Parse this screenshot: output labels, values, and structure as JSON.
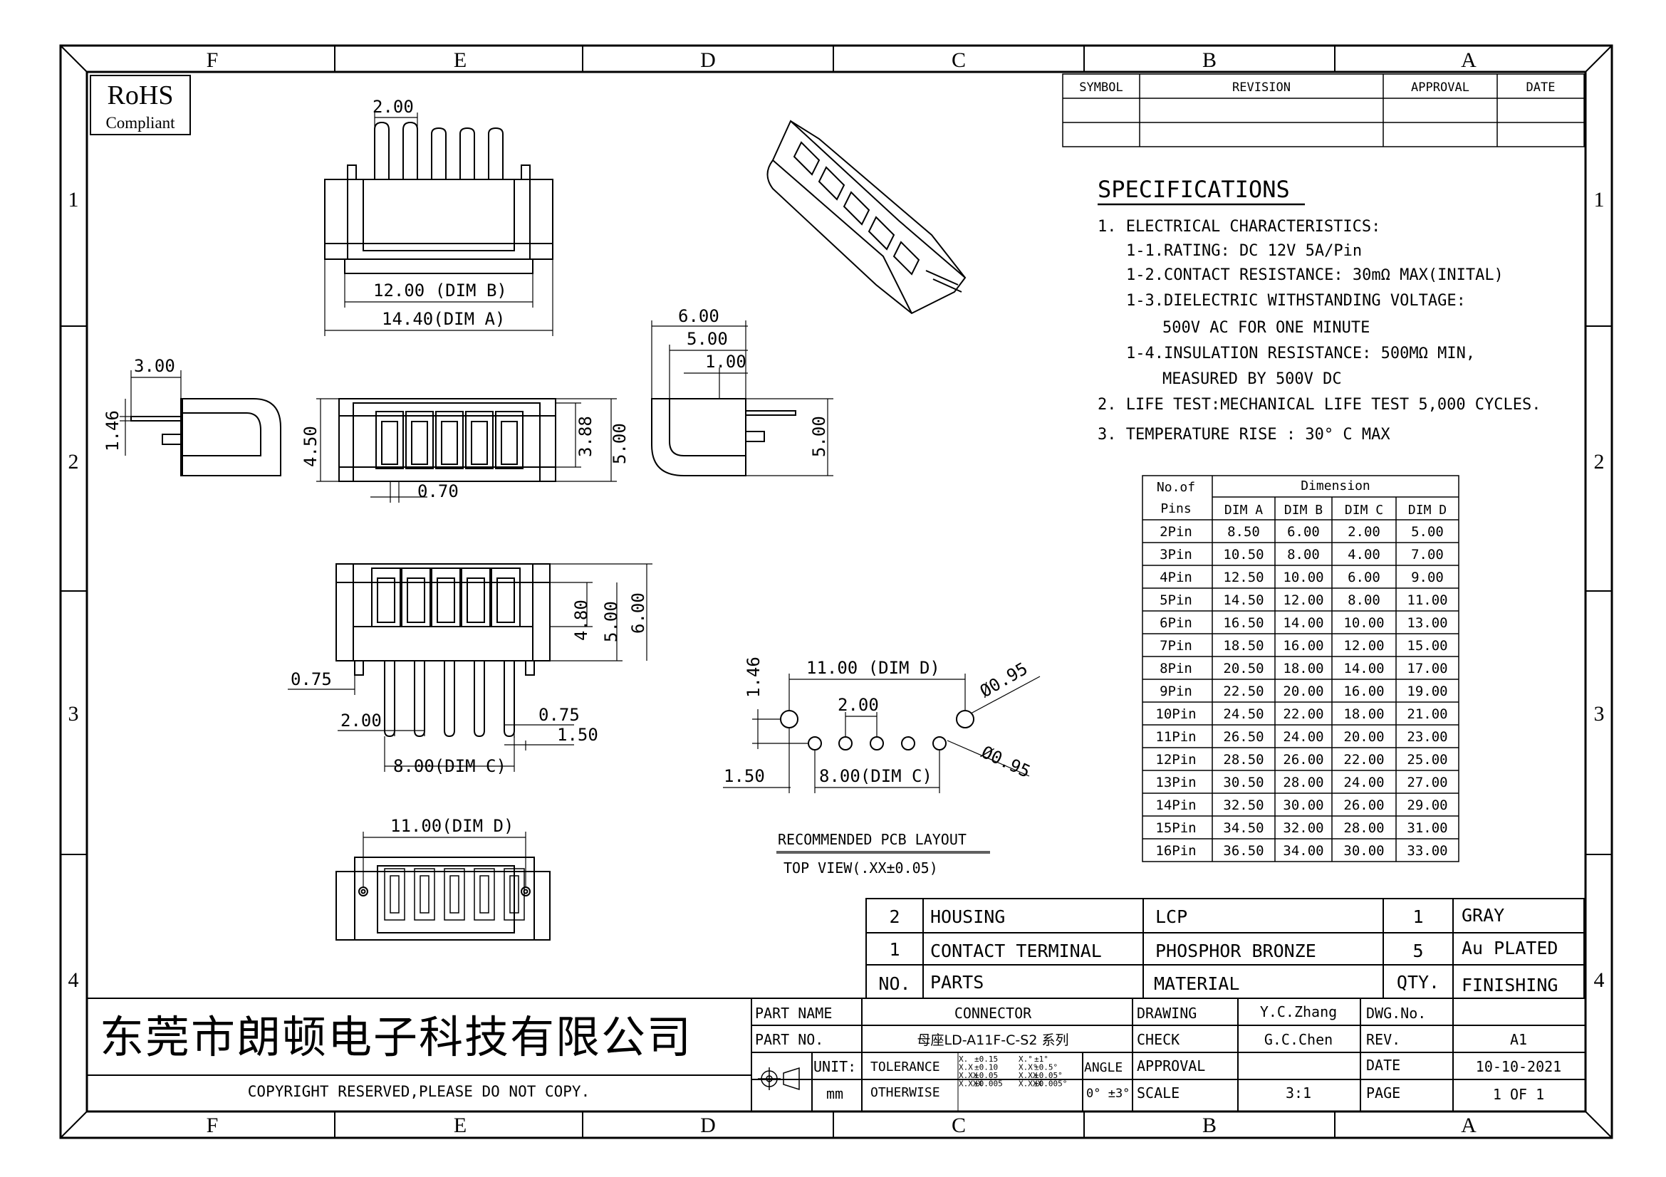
{
  "border": {
    "columns_top": [
      "F",
      "E",
      "D",
      "C",
      "B",
      "A"
    ],
    "columns_bottom": [
      "F",
      "E",
      "D",
      "C",
      "B",
      "A"
    ],
    "rows_left": [
      "1",
      "2",
      "3",
      "4"
    ],
    "rows_right": [
      "1",
      "2",
      "3",
      "4"
    ]
  },
  "rohs": {
    "line1": "RoHS",
    "line2": "Compliant"
  },
  "revision_table": {
    "headers": [
      "SYMBOL",
      "REVISION",
      "APPROVAL",
      "DATE"
    ]
  },
  "specifications": {
    "title": "SPECIFICATIONS",
    "lines": [
      "1. ELECTRICAL CHARACTERISTICS:",
      "1-1.RATING: DC 12V 5A/Pin",
      "1-2.CONTACT RESISTANCE: 30mΩ  MAX(INITAL)",
      "1-3.DIELECTRIC WITHSTANDING VOLTAGE:",
      "500V AC FOR ONE MINUTE",
      "1-4.INSULATION RESISTANCE: 500MΩ  MIN,",
      "MEASURED BY 500V DC",
      "2. LIFE TEST:MECHANICAL LIFE TEST 5,000 CYCLES.",
      "3. TEMPERATURE RISE : 30° C MAX"
    ]
  },
  "dim_table": {
    "corner": [
      "No.of",
      "Pins"
    ],
    "group_header": "Dimension",
    "headers": [
      "DIM A",
      "DIM B",
      "DIM C",
      "DIM D"
    ],
    "rows": [
      [
        "2Pin",
        "8.50",
        "6.00",
        "2.00",
        "5.00"
      ],
      [
        "3Pin",
        "10.50",
        "8.00",
        "4.00",
        "7.00"
      ],
      [
        "4Pin",
        "12.50",
        "10.00",
        "6.00",
        "9.00"
      ],
      [
        "5Pin",
        "14.50",
        "12.00",
        "8.00",
        "11.00"
      ],
      [
        "6Pin",
        "16.50",
        "14.00",
        "10.00",
        "13.00"
      ],
      [
        "7Pin",
        "18.50",
        "16.00",
        "12.00",
        "15.00"
      ],
      [
        "8Pin",
        "20.50",
        "18.00",
        "14.00",
        "17.00"
      ],
      [
        "9Pin",
        "22.50",
        "20.00",
        "16.00",
        "19.00"
      ],
      [
        "10Pin",
        "24.50",
        "22.00",
        "18.00",
        "21.00"
      ],
      [
        "11Pin",
        "26.50",
        "24.00",
        "20.00",
        "23.00"
      ],
      [
        "12Pin",
        "28.50",
        "26.00",
        "22.00",
        "25.00"
      ],
      [
        "13Pin",
        "30.50",
        "28.00",
        "24.00",
        "27.00"
      ],
      [
        "14Pin",
        "32.50",
        "30.00",
        "26.00",
        "29.00"
      ],
      [
        "15Pin",
        "34.50",
        "32.00",
        "28.00",
        "31.00"
      ],
      [
        "16Pin",
        "36.50",
        "34.00",
        "30.00",
        "33.00"
      ]
    ]
  },
  "bom": {
    "rows": [
      [
        "2",
        "HOUSING",
        "LCP",
        "1",
        "GRAY"
      ],
      [
        "1",
        "CONTACT TERMINAL",
        "PHOSPHOR BRONZE",
        "5",
        "Au PLATED"
      ],
      [
        "NO.",
        "PARTS",
        "MATERIAL",
        "QTY.",
        "FINISHING"
      ]
    ]
  },
  "title_block": {
    "company": "东莞市朗顿电子科技有限公司",
    "copyright": "COPYRIGHT RESERVED,PLEASE DO NOT COPY.",
    "part_name_label": "PART NAME",
    "part_name": "CONNECTOR",
    "part_no_label": "PART NO.",
    "part_no": "母座LD-A11F-C-S2 系列",
    "unit_label": "UNIT:",
    "unit": "mm",
    "tolerance_label": "TOLERANCE",
    "otherwise_label": "OTHERWISE",
    "tol_rows": [
      [
        "X.",
        "±0.15",
        "X.°",
        "±1°"
      ],
      [
        "X.X",
        "±0.10",
        "X.X°",
        "±0.5°"
      ],
      [
        "X.XX",
        "±0.05",
        "X.XX",
        "±0.05°"
      ],
      [
        "X.XXX",
        "±0.005",
        "X.XXX",
        "±0.005°"
      ]
    ],
    "angle_label": "ANGLE",
    "angle_value": "0° ±3°",
    "drawing_label": "DRAWING",
    "drawing": "Y.C.Zhang",
    "check_label": "CHECK",
    "check": "G.C.Chen",
    "approval_label": "APPROVAL",
    "approval": "",
    "scale_label": "SCALE",
    "scale": "3:1",
    "dwg_no_label": "DWG.No.",
    "dwg_no": "",
    "rev_label": "REV.",
    "rev": "A1",
    "date_label": "DATE",
    "date": "10-10-2021",
    "page_label": "PAGE",
    "page": "1 OF 1"
  },
  "views": {
    "front": {
      "pitch": "2.00",
      "dim_b": "12.00 (DIM B)",
      "dim_a": "14.40(DIM A)"
    },
    "side_left": {
      "d1": "3.00",
      "d2": "1.46"
    },
    "top": {
      "h1": "4.50",
      "h2": "3.88",
      "h3": "5.00",
      "w": "0.70"
    },
    "side_right": {
      "d1": "6.00",
      "d2": "5.00",
      "d3": "1.00",
      "h": "5.00"
    },
    "bottom": {
      "h1": "4.80",
      "h2": "5.00",
      "h3": "6.00",
      "a": "0.75",
      "b": "2.00",
      "c": "0.75",
      "d": "1.50",
      "dim_c": "8.00(DIM C)"
    },
    "rear": {
      "dim_d": "11.00(DIM D)"
    },
    "pcb": {
      "dim_d": "11.00 (DIM D)",
      "hole1": "Ø0.95",
      "hole2": "Ø0.95",
      "v146": "1.46",
      "pitch": "2.00",
      "dim_c": "8.00(DIM C)",
      "v150": "1.50",
      "caption1": "RECOMMENDED PCB LAYOUT",
      "caption2": "TOP VIEW(.XX±0.05)"
    }
  }
}
